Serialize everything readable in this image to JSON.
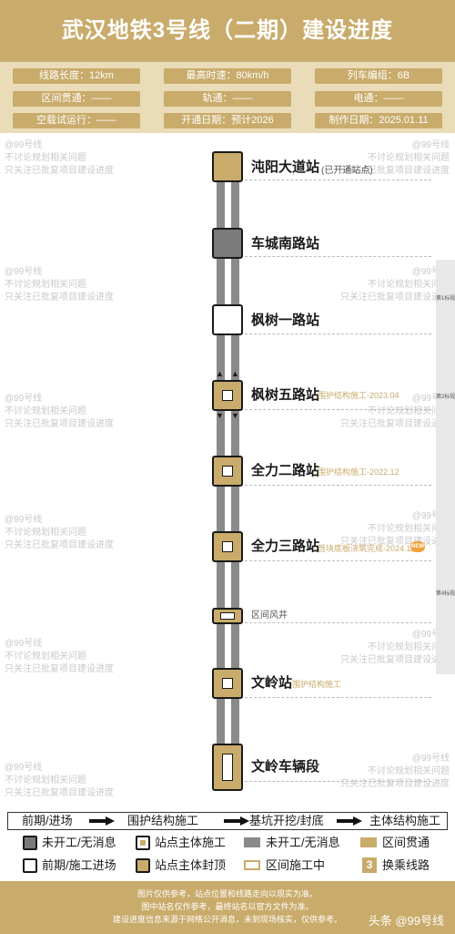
{
  "header": {
    "title": "武汉地铁3号线（二期）建设进度"
  },
  "info": [
    [
      "线路长度：12km",
      "最高时速：80km/h",
      "列车编组：6B"
    ],
    [
      "区间贯通：——",
      "轨通：——",
      "电通：——"
    ],
    [
      "空载试运行：——",
      "开通日期：预计2026",
      "制作日期：2025.01.11"
    ]
  ],
  "watermark": {
    "line1": "@99号线",
    "line2": "不讨论规划相关问题",
    "line3": "只关注已批复项目建设进度"
  },
  "stations": [
    {
      "name": "沌阳大道站",
      "suffix": "(已开通站点)",
      "note": "",
      "status": "站点主体封顶"
    },
    {
      "name": "车城南路站",
      "suffix": "",
      "note": "",
      "status": "未开工/无消息"
    },
    {
      "name": "枫树一路站",
      "suffix": "",
      "note": "",
      "status": "前期/施工进场"
    },
    {
      "name": "枫树五路站",
      "suffix": "",
      "note": "围护结构施工-2023.04",
      "status": "站点主体施工"
    },
    {
      "name": "全力二路站",
      "suffix": "",
      "note": "围护结构施工-2022.12",
      "status": "站点主体施工"
    },
    {
      "name": "全力三路站",
      "suffix": "",
      "note": "首块底板浇筑完成-2024.11",
      "status": "站点主体施工",
      "badge": "NEW"
    },
    {
      "name": "区间风井",
      "suffix": "",
      "note": "",
      "status": "站点主体施工"
    },
    {
      "name": "文岭站",
      "suffix": "",
      "note": "围护结构施工",
      "status": "站点主体施工"
    },
    {
      "name": "文岭车辆段",
      "suffix": "",
      "note": "",
      "status": "站点主体施工"
    }
  ],
  "sections": [
    "第1标段",
    "第2标段",
    "第4标段"
  ],
  "legend": {
    "flow": [
      "前期/进场",
      "围护结构施工",
      "基坑开挖/封底",
      "主体结构施工"
    ],
    "items": [
      "未开工/无消息",
      "站点主体施工",
      "未开工/无消息",
      "区间贯通",
      "前期/施工进场",
      "站点主体封顶",
      "区间施工中",
      "换乘线路"
    ],
    "transfer_number": "3"
  },
  "colors": {
    "accent": "#c9ab6b",
    "track": "#8a8a8a",
    "not_started": "#7a7a7a"
  },
  "footer": {
    "lines": [
      "图片仅供参考，站点位置和线路走向以现实为准。",
      "图中站名仅作参考，最终站名以官方文件为准。",
      "建设进度信息来源于网络公开消息，未到现场核实，仅供参考。"
    ],
    "credit": "头条 @99号线"
  }
}
